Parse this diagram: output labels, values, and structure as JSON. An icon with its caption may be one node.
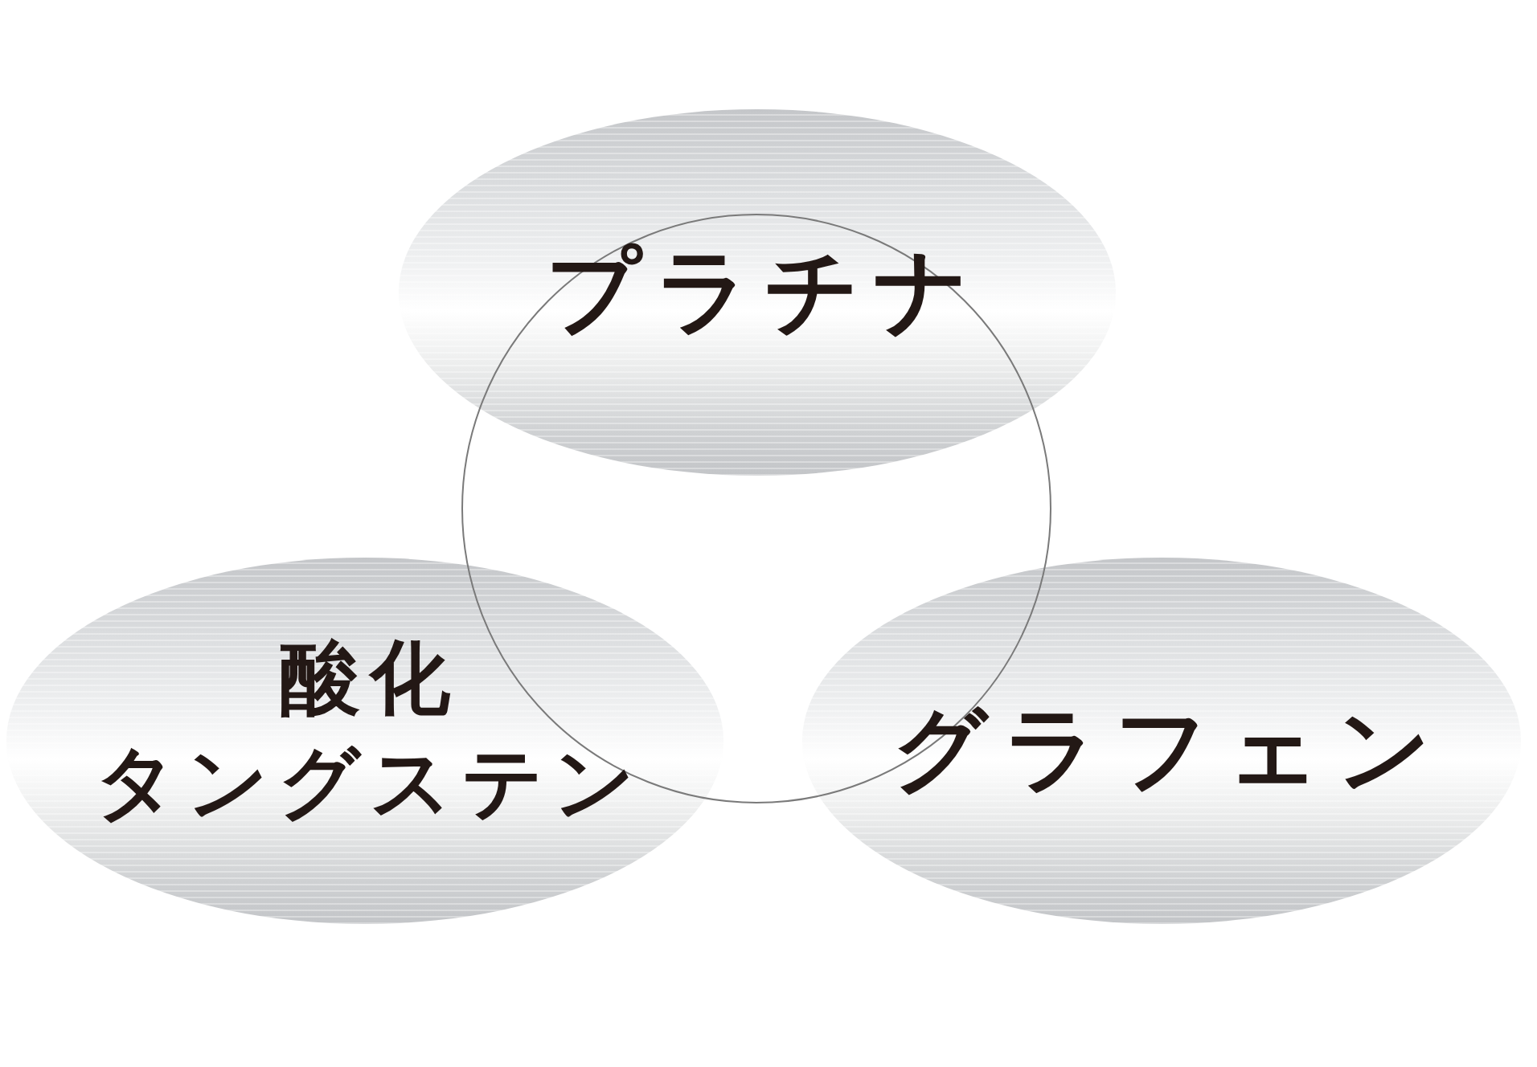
{
  "diagram": {
    "nodes": [
      {
        "text": [
          "プラチナ"
        ]
      },
      {
        "text": [],
        "shape": "circle"
      },
      {
        "text": [
          "酸化タングステン"
        ]
      },
      {
        "text": [
          "グラフェン"
        ]
      }
    ]
  }
}
